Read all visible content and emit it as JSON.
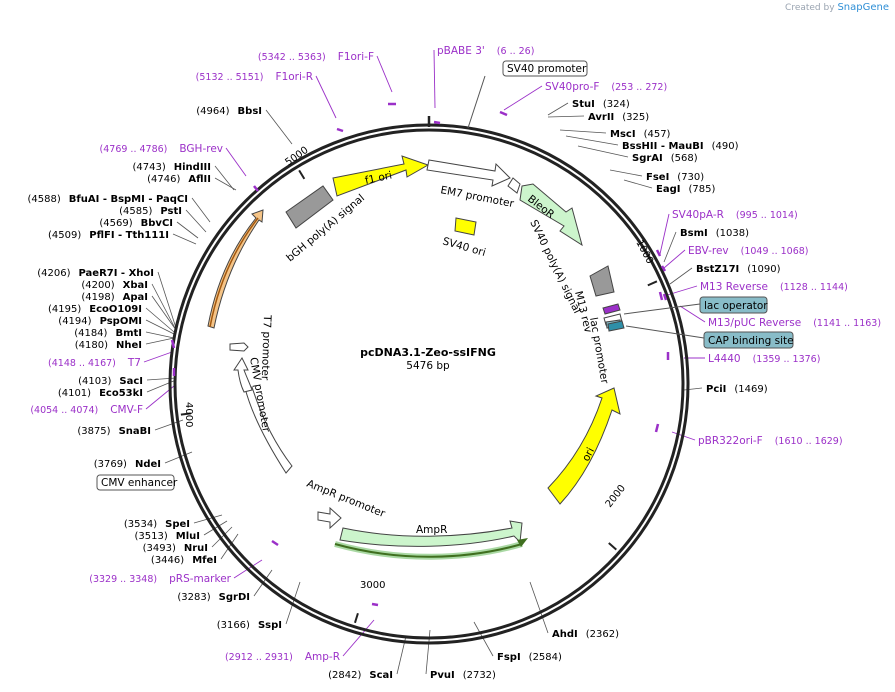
{
  "branding": {
    "prefix": "Created by",
    "name": "SnapGene"
  },
  "plasmid": {
    "name": "pcDNA3.1-Zeo-ssIFNG",
    "size": "5476 bp",
    "length": 5476
  },
  "ticks": [
    "1000",
    "2000",
    "3000",
    "4000",
    "5000"
  ],
  "features": [
    {
      "name": "SV40 promoter",
      "label": "SV40 promoter",
      "color": "#ffffff",
      "boxed": true
    },
    {
      "name": "EM7 promoter",
      "label": "EM7 promoter",
      "color": "#ffffff"
    },
    {
      "name": "BleoR",
      "label": "BleoR",
      "color": "#ccf5cc"
    },
    {
      "name": "SV40 poly(A) signal",
      "label": "SV40 poly(A) signal",
      "color": "#999999"
    },
    {
      "name": "M13 rev",
      "label": "M13 rev",
      "color": "#ffffff"
    },
    {
      "name": "lac promoter",
      "label": "lac promoter",
      "color": "#ffffff"
    },
    {
      "name": "lac operator",
      "label": "lac operator",
      "color": "#88bcc8",
      "boxed": true
    },
    {
      "name": "CAP binding site",
      "label": "CAP binding site",
      "color": "#88bcc8",
      "boxed": true
    },
    {
      "name": "ori",
      "label": "ori",
      "color": "#ffff00"
    },
    {
      "name": "AmpR",
      "label": "AmpR",
      "color": "#ccf5cc"
    },
    {
      "name": "AmpR promoter",
      "label": "AmpR promoter",
      "color": "#ffffff"
    },
    {
      "name": "CMV enhancer",
      "label": "CMV enhancer",
      "color": "#ffffff",
      "boxed": true
    },
    {
      "name": "CMV promoter",
      "label": "CMV promoter",
      "color": "#ffffff"
    },
    {
      "name": "T7 promoter",
      "label": "T7 promoter",
      "color": "#ffffff"
    },
    {
      "name": "ssIFNG",
      "label": "",
      "color": "#f5c487"
    },
    {
      "name": "bGH poly(A) signal",
      "label": "bGH poly(A) signal",
      "color": "#999999"
    },
    {
      "name": "f1 ori",
      "label": "f1 ori",
      "color": "#ffff00"
    },
    {
      "name": "SV40 ori",
      "label": "SV40 ori",
      "color": "#ffff00"
    }
  ],
  "sites": [
    {
      "name": "StuI",
      "pos": "(324)"
    },
    {
      "name": "AvrII",
      "pos": "(325)"
    },
    {
      "name": "MscI",
      "pos": "(457)"
    },
    {
      "name": "BssHII - MauBI",
      "pos": "(490)"
    },
    {
      "name": "SgrAI",
      "pos": "(568)"
    },
    {
      "name": "FseI",
      "pos": "(730)"
    },
    {
      "name": "EagI",
      "pos": "(785)"
    },
    {
      "name": "BsmI",
      "pos": "(1038)"
    },
    {
      "name": "BstZ17I",
      "pos": "(1090)"
    },
    {
      "name": "PciI",
      "pos": "(1469)"
    },
    {
      "name": "AhdI",
      "pos": "(2362)"
    },
    {
      "name": "FspI",
      "pos": "(2584)"
    },
    {
      "name": "PvuI",
      "pos": "(2732)"
    },
    {
      "name": "ScaI",
      "pos": "(2842)"
    },
    {
      "name": "SspI",
      "pos": "(3166)"
    },
    {
      "name": "SgrDI",
      "pos": "(3283)"
    },
    {
      "name": "MfeI",
      "pos": "(3446)"
    },
    {
      "name": "NruI",
      "pos": "(3493)"
    },
    {
      "name": "MluI",
      "pos": "(3513)"
    },
    {
      "name": "SpeI",
      "pos": "(3534)"
    },
    {
      "name": "NdeI",
      "pos": "(3769)"
    },
    {
      "name": "SnaBI",
      "pos": "(3875)"
    },
    {
      "name": "Eco53kI",
      "pos": "(4101)"
    },
    {
      "name": "SacI",
      "pos": "(4103)"
    },
    {
      "name": "NheI",
      "pos": "(4180)"
    },
    {
      "name": "BmtI",
      "pos": "(4184)"
    },
    {
      "name": "PspOMI",
      "pos": "(4194)"
    },
    {
      "name": "EcoO109I",
      "pos": "(4195)"
    },
    {
      "name": "ApaI",
      "pos": "(4198)"
    },
    {
      "name": "XbaI",
      "pos": "(4200)"
    },
    {
      "name": "PaeR7I - XhoI",
      "pos": "(4206)"
    },
    {
      "name": "PflFI - Tth111I",
      "pos": "(4509)"
    },
    {
      "name": "BbvCI",
      "pos": "(4569)"
    },
    {
      "name": "PstI",
      "pos": "(4585)"
    },
    {
      "name": "BfuAI - BspMI - PaqCI",
      "pos": "(4588)"
    },
    {
      "name": "HindIII",
      "pos": "(4743)"
    },
    {
      "name": "AflII",
      "pos": "(4746)"
    },
    {
      "name": "BbsI",
      "pos": "(4964)"
    }
  ],
  "primers": [
    {
      "name": "pBABE 3'",
      "pos": "(6 .. 26)"
    },
    {
      "name": "SV40pro-F",
      "pos": "(253 .. 272)"
    },
    {
      "name": "SV40pA-R",
      "pos": "(995 .. 1014)"
    },
    {
      "name": "EBV-rev",
      "pos": "(1049 .. 1068)"
    },
    {
      "name": "M13 Reverse",
      "pos": "(1128 .. 1144)"
    },
    {
      "name": "M13/pUC Reverse",
      "pos": "(1141 .. 1163)"
    },
    {
      "name": "L4440",
      "pos": "(1359 .. 1376)"
    },
    {
      "name": "pBR322ori-F",
      "pos": "(1610 .. 1629)"
    },
    {
      "name": "Amp-R",
      "pos": "(2912 .. 2931)"
    },
    {
      "name": "pRS-marker",
      "pos": "(3329 .. 3348)"
    },
    {
      "name": "CMV-F",
      "pos": "(4054 .. 4074)"
    },
    {
      "name": "T7",
      "pos": "(4148 .. 4167)"
    },
    {
      "name": "BGH-rev",
      "pos": "(4769 .. 4786)"
    },
    {
      "name": "F1ori-R",
      "pos": "(5132 .. 5151)"
    },
    {
      "name": "F1ori-F",
      "pos": "(5342 .. 5363)"
    }
  ],
  "colors": {
    "primer": "#9b30c8",
    "backbone": "#222222",
    "site_line": "#555555"
  }
}
